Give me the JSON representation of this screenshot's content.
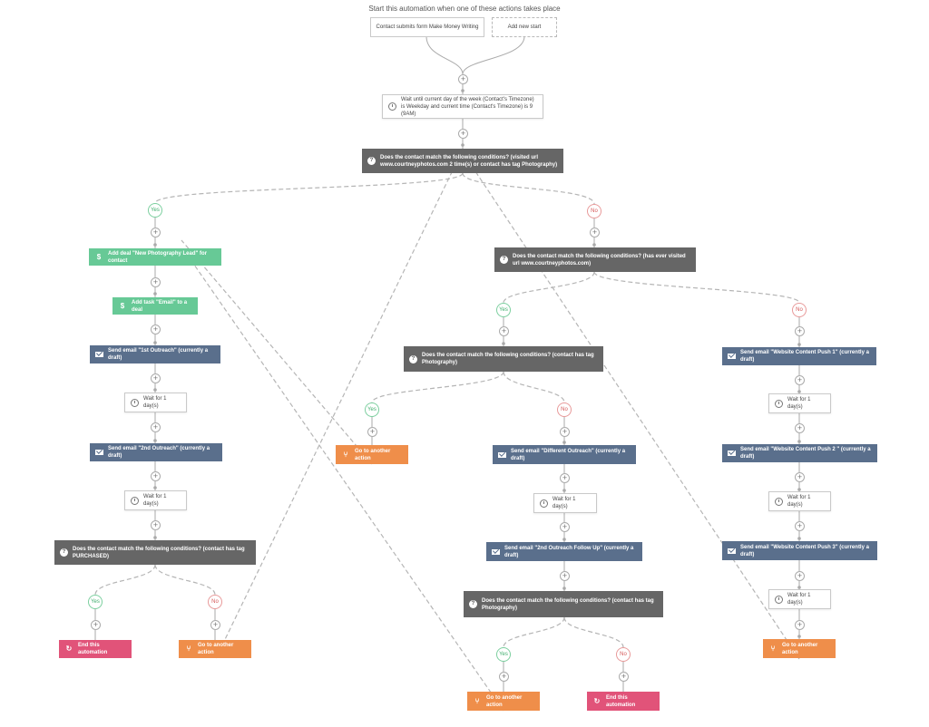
{
  "header": {
    "text": "Start this automation when one of these actions takes place"
  },
  "triggers": {
    "form": "Contact submits form Make Money Writing",
    "add_new": "Add new start"
  },
  "nodes": {
    "wait_weekday": "Wait until current day of the week (Contact's Timezone) is Weekday and current time (Contact's Timezone) is 9 (9AM)",
    "cond_visited": "Does the contact match the following conditions? (visited url www.courtneyphotos.com 2 time(s) or contact has tag Photography)",
    "add_deal": "Add deal \"New Photography Lead\" for contact",
    "add_task": "Add task \"Email\" to a deal",
    "email_1st": "Send email \"1st Outreach\" (currently a draft)",
    "wait_1": "Wait for 1 day(s)",
    "email_2nd": "Send email \"2nd Outreach\" (currently a draft)",
    "wait_2": "Wait for 1 day(s)",
    "cond_purchased": "Does the contact match the following conditions? (contact has tag PURCHASED)",
    "end_left": "End this automation",
    "goto_left": "Go to another action",
    "cond_ever_visited": "Does the contact match the following conditions? (has ever visited url www.courtneyphotos.com)",
    "cond_tag_photo": "Does the contact match the following conditions? (contact has tag Photography)",
    "goto_center": "Go to another action",
    "email_different": "Send email \"Different Outreach\" (currently a draft)",
    "wait_center": "Wait for 1 day(s)",
    "email_2nd_follow": "Send email \"2nd Outreach Follow Up\" (currently a draft)",
    "cond_tag_photo_2": "Does the contact match the following conditions? (contact has tag Photography)",
    "goto_bottom": "Go to another action",
    "end_bottom": "End this automation",
    "email_push1": "Send email \"Website Content Push 1\" (currently a draft)",
    "wait_r1": "Wait for 1 day(s)",
    "email_push2": "Send email \"Website Content Push 2 \" (currently a draft)",
    "wait_r2": "Wait for 1 day(s)",
    "email_push3": "Send email \"Website Content Push 3\" (currently a draft)",
    "wait_r3": "Wait for 1 day(s)",
    "goto_right": "Go to another action"
  },
  "branch": {
    "yes": "Yes",
    "no": "No"
  },
  "icons": {
    "plus": "+",
    "condition": "?",
    "deal": "$",
    "goto": "⑂",
    "end": "↻"
  },
  "colors": {
    "condition": "#666666",
    "email": "#5a6f8c",
    "deal": "#67c996",
    "goto": "#ef8e4a",
    "end": "#e15379",
    "yes": "#3fae6c",
    "no": "#d45656"
  }
}
